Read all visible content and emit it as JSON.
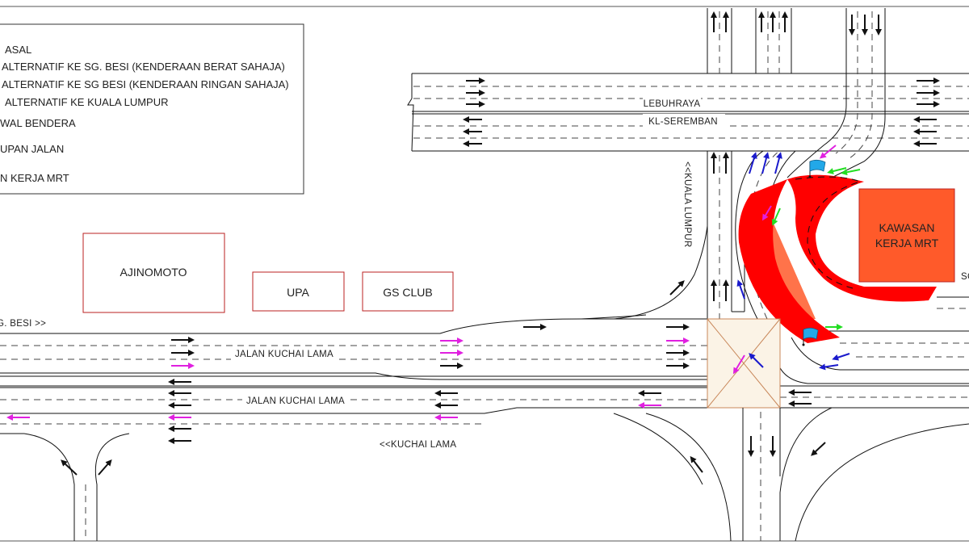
{
  "legend": {
    "items": [
      "ASAL",
      "ALTERNATIF KE SG. BESI (KENDERAAN BERAT SAHAJA)",
      "ALTERNATIF KE SG BESI (KENDERAAN RINGAN SAHAJA)",
      "ALTERNATIF KE KUALA LUMPUR",
      "WAL BENDERA",
      "UPAN JALAN",
      "N KERJA MRT"
    ]
  },
  "buildings": {
    "ajinomoto": "AJINOMOTO",
    "upa": "UPA",
    "gs_club": "GS CLUB",
    "mrt_line1": "KAWASAN",
    "mrt_line2": "KERJA MRT"
  },
  "roads": {
    "highway_line1": "LEBUHRAYA",
    "highway_line2": "KL-SEREMBAN",
    "kuala_lumpur": "<<KUALA LUMPUR",
    "sg_besi": "G. BESI >>",
    "kuchai_east": "JALAN KUCHAI LAMA",
    "kuchai_west": "JALAN KUCHAI LAMA",
    "kuchai_lama": "<<KUCHAI LAMA",
    "edge_label": "SC"
  },
  "colors": {
    "black_arrow": "#111111",
    "magenta_arrow": "#e020e0",
    "blue_arrow": "#1a1acc",
    "green_arrow": "#22dd22",
    "mrt_red": "#ff0000",
    "mrt_orange": "#ff5a2a",
    "flag": "#22a8e8"
  },
  "icons": {
    "flag": "flag-icon",
    "arrow": "arrow-icon"
  }
}
